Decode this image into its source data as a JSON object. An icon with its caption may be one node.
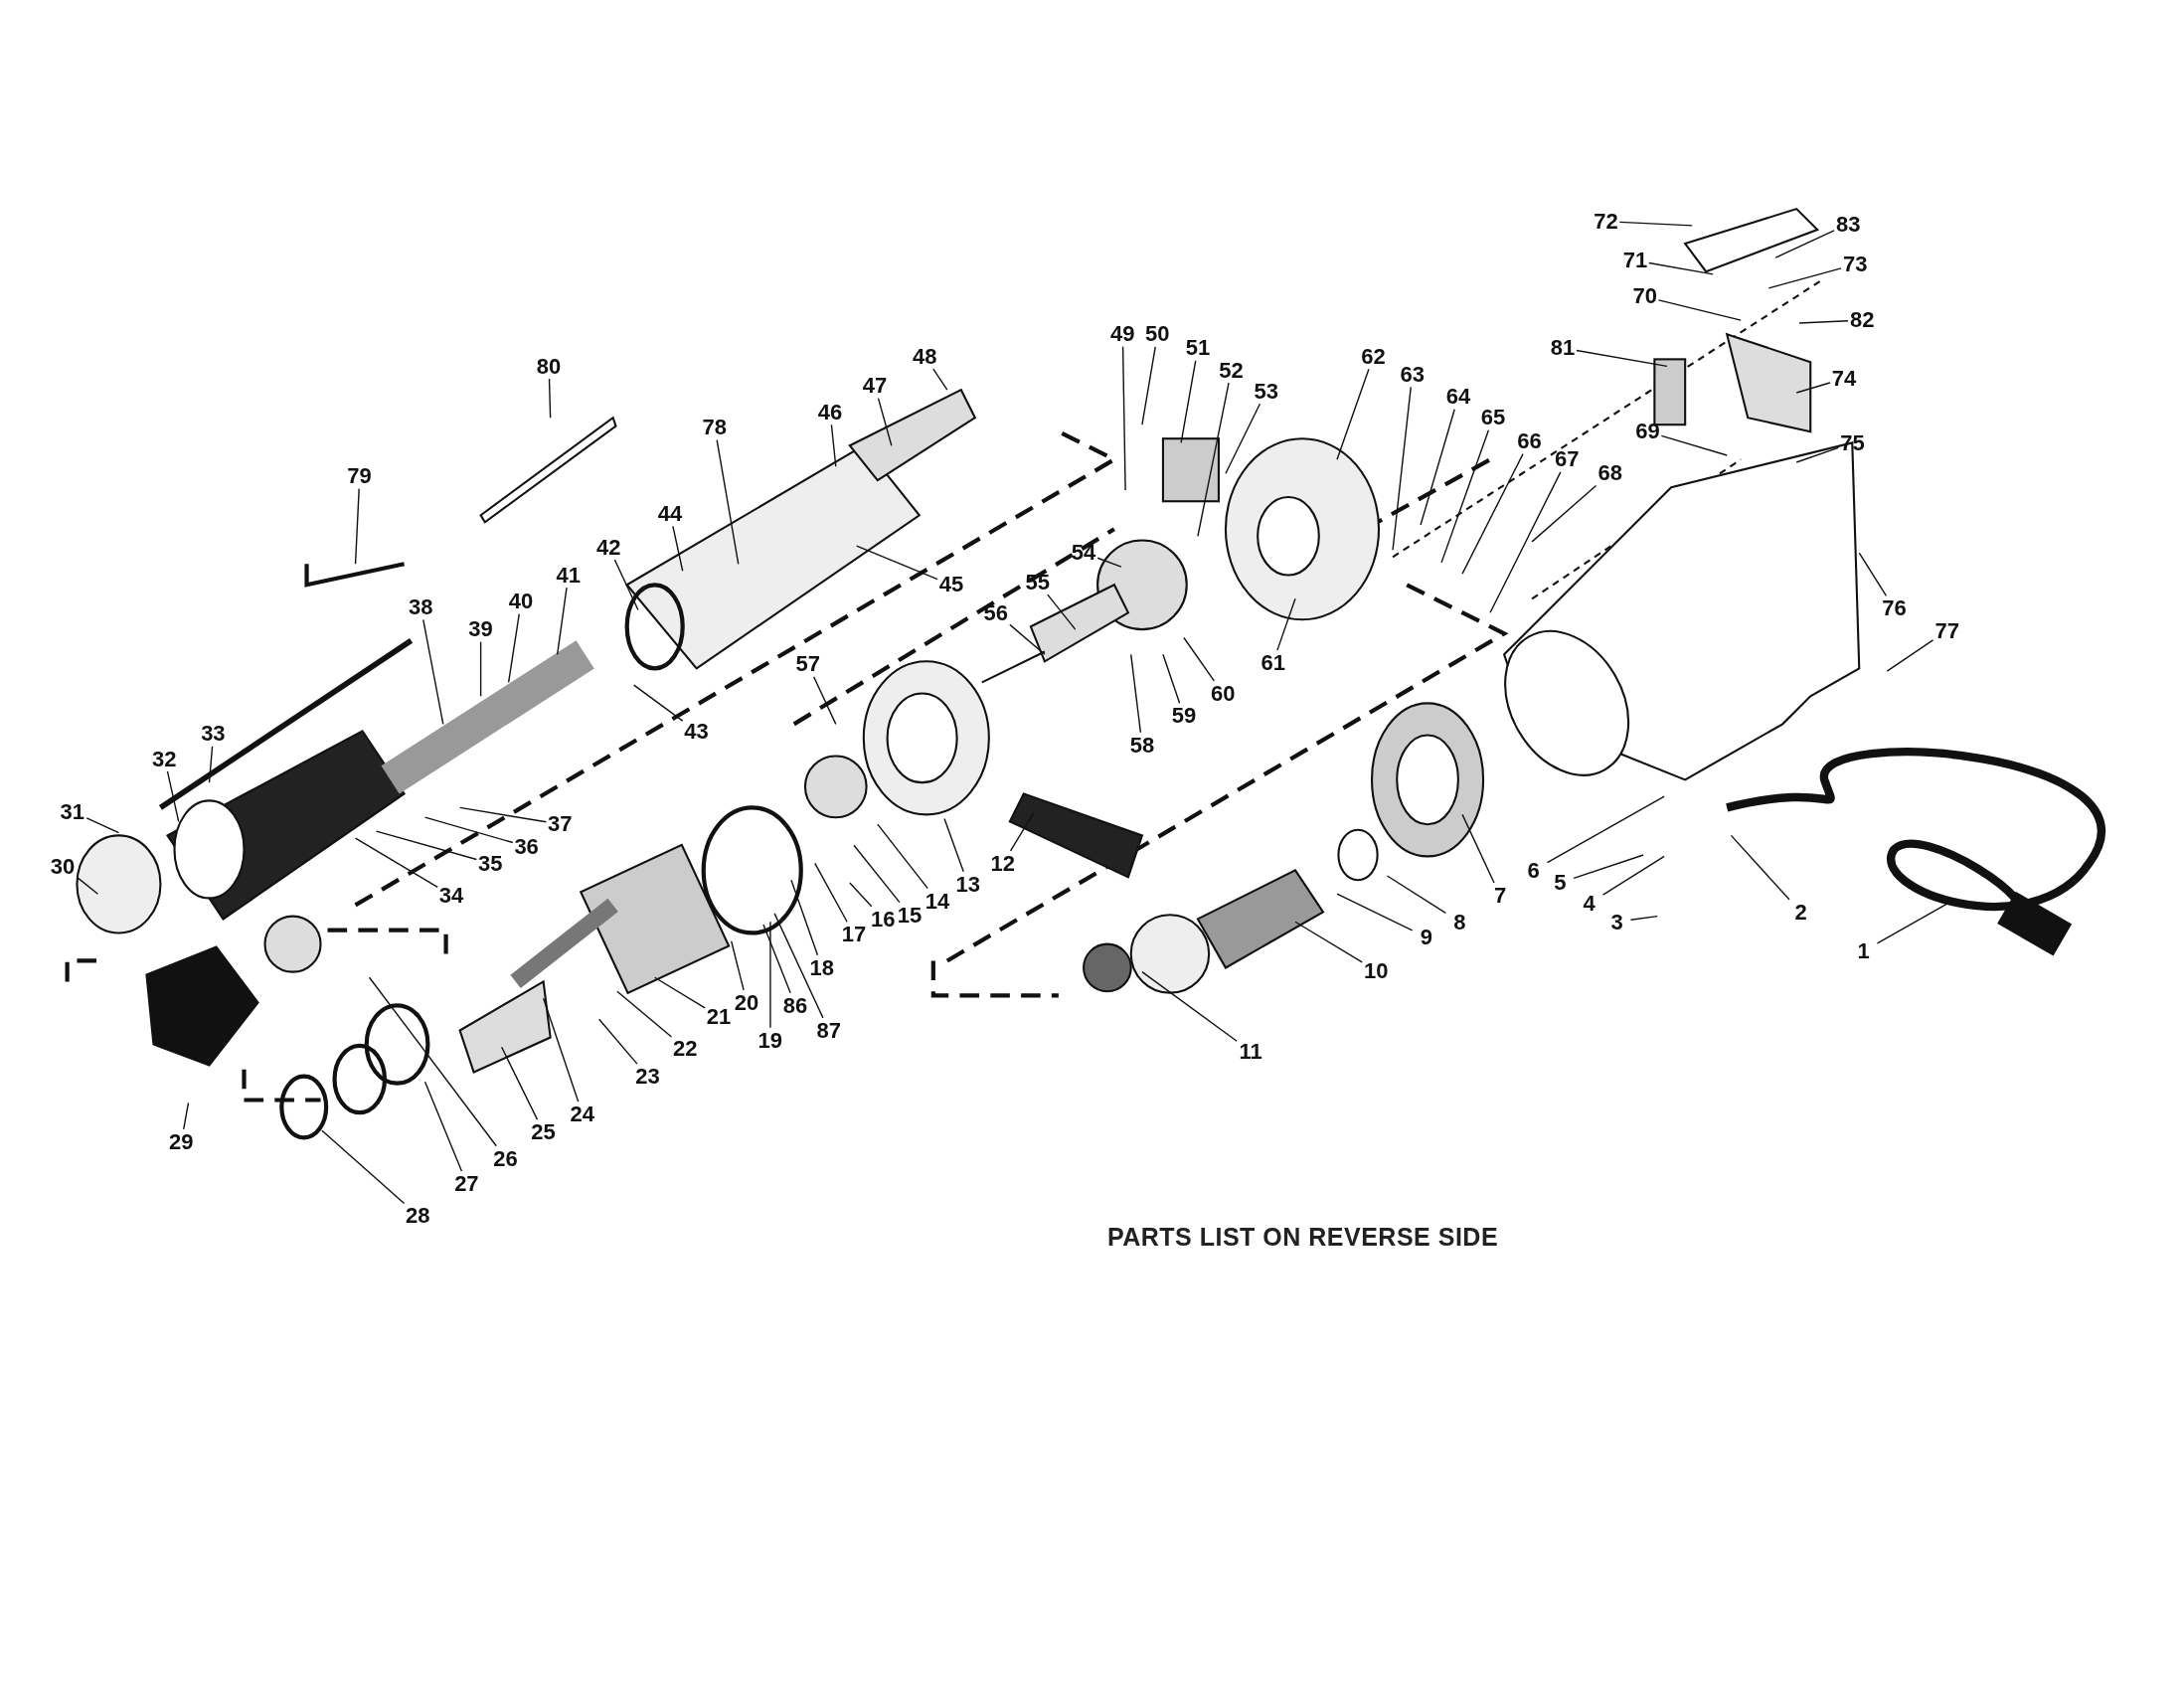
{
  "diagram": {
    "nodes": [
      {
        "text": [
          "1"
        ]
      },
      {
        "text": [
          "2"
        ]
      },
      {
        "text": [
          "3"
        ]
      },
      {
        "text": [
          "4"
        ]
      },
      {
        "text": [
          "5"
        ]
      },
      {
        "text": [
          "6"
        ]
      },
      {
        "text": [
          "7"
        ]
      },
      {
        "text": [
          "8"
        ]
      },
      {
        "text": [
          "9"
        ]
      },
      {
        "text": [
          "10"
        ]
      },
      {
        "text": [
          "11"
        ]
      },
      {
        "text": [
          "12"
        ]
      },
      {
        "text": [
          "13"
        ]
      },
      {
        "text": [
          "14"
        ]
      },
      {
        "text": [
          "15"
        ]
      },
      {
        "text": [
          "16"
        ]
      },
      {
        "text": [
          "17"
        ]
      },
      {
        "text": [
          "18"
        ]
      },
      {
        "text": [
          "19"
        ]
      },
      {
        "text": [
          "20"
        ]
      },
      {
        "text": [
          "21"
        ]
      },
      {
        "text": [
          "22"
        ]
      },
      {
        "text": [
          "23"
        ]
      },
      {
        "text": [
          "24"
        ]
      },
      {
        "text": [
          "25"
        ]
      },
      {
        "text": [
          "26"
        ]
      },
      {
        "text": [
          "27"
        ]
      },
      {
        "text": [
          "28"
        ]
      },
      {
        "text": [
          "29"
        ]
      },
      {
        "text": [
          "30"
        ]
      },
      {
        "text": [
          "31"
        ]
      },
      {
        "text": [
          "32"
        ]
      },
      {
        "text": [
          "33"
        ]
      },
      {
        "text": [
          "34"
        ]
      },
      {
        "text": [
          "35"
        ]
      },
      {
        "text": [
          "36"
        ]
      },
      {
        "text": [
          "37"
        ]
      },
      {
        "text": [
          "38"
        ]
      },
      {
        "text": [
          "39"
        ]
      },
      {
        "text": [
          "40"
        ]
      },
      {
        "text": [
          "41"
        ]
      },
      {
        "text": [
          "42"
        ]
      },
      {
        "text": [
          "43"
        ]
      },
      {
        "text": [
          "44"
        ]
      },
      {
        "text": [
          "45"
        ]
      },
      {
        "text": [
          "46"
        ]
      },
      {
        "text": [
          "47"
        ]
      },
      {
        "text": [
          "48"
        ]
      },
      {
        "text": [
          "49"
        ]
      },
      {
        "text": [
          "50"
        ]
      },
      {
        "text": [
          "51"
        ]
      },
      {
        "text": [
          "52"
        ]
      },
      {
        "text": [
          "53"
        ]
      },
      {
        "text": [
          "54"
        ]
      },
      {
        "text": [
          "55"
        ]
      },
      {
        "text": [
          "56"
        ]
      },
      {
        "text": [
          "57"
        ]
      },
      {
        "text": [
          "58"
        ]
      },
      {
        "text": [
          "59"
        ]
      },
      {
        "text": [
          "60"
        ]
      },
      {
        "text": [
          "61"
        ]
      },
      {
        "text": [
          "62"
        ]
      },
      {
        "text": [
          "63"
        ]
      },
      {
        "text": [
          "64"
        ]
      },
      {
        "text": [
          "65"
        ]
      },
      {
        "text": [
          "66"
        ]
      },
      {
        "text": [
          "67"
        ]
      },
      {
        "text": [
          "68"
        ]
      },
      {
        "text": [
          "69"
        ]
      },
      {
        "text": [
          "70"
        ]
      },
      {
        "text": [
          "71"
        ]
      },
      {
        "text": [
          "72"
        ]
      },
      {
        "text": [
          "73"
        ]
      },
      {
        "text": [
          "74"
        ]
      },
      {
        "text": [
          "75"
        ]
      },
      {
        "text": [
          "76"
        ]
      },
      {
        "text": [
          "77"
        ]
      },
      {
        "text": [
          "78"
        ]
      },
      {
        "text": [
          "79"
        ]
      },
      {
        "text": [
          "80"
        ]
      },
      {
        "text": [
          "81"
        ]
      },
      {
        "text": [
          "82"
        ]
      },
      {
        "text": [
          "83"
        ]
      },
      {
        "text": [
          "86"
        ]
      },
      {
        "text": [
          "87"
        ]
      }
    ],
    "edges": [
      {
        "from": 0,
        "to": null,
        "arrow": "none"
      },
      {
        "from": 1,
        "to": null,
        "arrow": "none"
      },
      {
        "from": 2,
        "to": null,
        "arrow": "none"
      },
      {
        "from": 3,
        "to": null,
        "arrow": "none"
      },
      {
        "from": 4,
        "to": null,
        "arrow": "none"
      },
      {
        "from": 5,
        "to": null,
        "arrow": "none"
      },
      {
        "from": 6,
        "to": null,
        "arrow": "none"
      },
      {
        "from": 7,
        "to": null,
        "arrow": "none"
      },
      {
        "from": 8,
        "to": null,
        "arrow": "none"
      },
      {
        "from": 9,
        "to": null,
        "arrow": "none"
      },
      {
        "from": 10,
        "to": null,
        "arrow": "none"
      },
      {
        "from": 11,
        "to": null,
        "arrow": "none"
      },
      {
        "from": 12,
        "to": null,
        "arrow": "none"
      },
      {
        "from": 13,
        "to": null,
        "arrow": "none"
      },
      {
        "from": 14,
        "to": null,
        "arrow": "none"
      },
      {
        "from": 15,
        "to": null,
        "arrow": "none"
      },
      {
        "from": 16,
        "to": null,
        "arrow": "none"
      },
      {
        "from": 17,
        "to": null,
        "arrow": "none"
      },
      {
        "from": 18,
        "to": null,
        "arrow": "none"
      },
      {
        "from": 19,
        "to": null,
        "arrow": "none"
      },
      {
        "from": 20,
        "to": null,
        "arrow": "none"
      },
      {
        "from": 21,
        "to": null,
        "arrow": "none"
      },
      {
        "from": 22,
        "to": null,
        "arrow": "none"
      },
      {
        "from": 23,
        "to": null,
        "arrow": "none"
      },
      {
        "from": 24,
        "to": null,
        "arrow": "none"
      },
      {
        "from": 25,
        "to": null,
        "arrow": "none"
      },
      {
        "from": 26,
        "to": null,
        "arrow": "none"
      },
      {
        "from": 27,
        "to": null,
        "arrow": "none"
      },
      {
        "from": 28,
        "to": null,
        "arrow": "none"
      },
      {
        "from": 29,
        "to": null,
        "arrow": "none"
      },
      {
        "from": 30,
        "to": null,
        "arrow": "none"
      },
      {
        "from": 31,
        "to": null,
        "arrow": "none"
      },
      {
        "from": 32,
        "to": null,
        "arrow": "none"
      },
      {
        "from": 33,
        "to": null,
        "arrow": "none"
      },
      {
        "from": 34,
        "to": null,
        "arrow": "none"
      },
      {
        "from": 35,
        "to": null,
        "arrow": "none"
      },
      {
        "from": 36,
        "to": null,
        "arrow": "none"
      },
      {
        "from": 37,
        "to": null,
        "arrow": "none"
      },
      {
        "from": 38,
        "to": null,
        "arrow": "none"
      },
      {
        "from": 39,
        "to": null,
        "arrow": "none"
      },
      {
        "from": 40,
        "to": null,
        "arrow": "none"
      },
      {
        "from": 41,
        "to": null,
        "arrow": "none"
      },
      {
        "from": 42,
        "to": null,
        "arrow": "none"
      },
      {
        "from": 43,
        "to": null,
        "arrow": "none"
      },
      {
        "from": 44,
        "to": null,
        "arrow": "none"
      },
      {
        "from": 45,
        "to": null,
        "arrow": "none"
      },
      {
        "from": 46,
        "to": null,
        "arrow": "none"
      },
      {
        "from": 47,
        "to": null,
        "arrow": "none"
      },
      {
        "from": 48,
        "to": null,
        "arrow": "none"
      },
      {
        "from": 49,
        "to": null,
        "arrow": "none"
      },
      {
        "from": 50,
        "to": null,
        "arrow": "none"
      },
      {
        "from": 51,
        "to": null,
        "arrow": "none"
      },
      {
        "from": 52,
        "to": null,
        "arrow": "none"
      },
      {
        "from": 53,
        "to": null,
        "arrow": "none"
      },
      {
        "from": 54,
        "to": null,
        "arrow": "none"
      },
      {
        "from": 55,
        "to": null,
        "arrow": "none"
      },
      {
        "from": 56,
        "to": null,
        "arrow": "none"
      },
      {
        "from": 57,
        "to": null,
        "arrow": "none"
      },
      {
        "from": 58,
        "to": null,
        "arrow": "none"
      },
      {
        "from": 59,
        "to": null,
        "arrow": "none"
      },
      {
        "from": 60,
        "to": null,
        "arrow": "none"
      },
      {
        "from": 61,
        "to": null,
        "arrow": "none"
      },
      {
        "from": 62,
        "to": null,
        "arrow": "none"
      },
      {
        "from": 63,
        "to": null,
        "arrow": "none"
      },
      {
        "from": 64,
        "to": null,
        "arrow": "none"
      },
      {
        "from": 65,
        "to": null,
        "arrow": "none"
      },
      {
        "from": 66,
        "to": null,
        "arrow": "none"
      },
      {
        "from": 67,
        "to": null,
        "arrow": "none"
      },
      {
        "from": 68,
        "to": null,
        "arrow": "none"
      },
      {
        "from": 69,
        "to": null,
        "arrow": "none"
      },
      {
        "from": 70,
        "to": null,
        "arrow": "none"
      },
      {
        "from": 71,
        "to": null,
        "arrow": "none"
      },
      {
        "from": 72,
        "to": null,
        "arrow": "none"
      },
      {
        "from": 73,
        "to": null,
        "arrow": "none"
      },
      {
        "from": 74,
        "to": null,
        "arrow": "none"
      },
      {
        "from": 75,
        "to": null,
        "arrow": "none"
      },
      {
        "from": 76,
        "to": null,
        "arrow": "none"
      },
      {
        "from": 77,
        "to": null,
        "arrow": "none"
      },
      {
        "from": 78,
        "to": null,
        "arrow": "none"
      },
      {
        "from": 79,
        "to": null,
        "arrow": "none"
      },
      {
        "from": 80,
        "to": null,
        "arrow": "none"
      },
      {
        "from": 81,
        "to": null,
        "arrow": "none"
      },
      {
        "from": 82,
        "to": null,
        "arrow": "none"
      },
      {
        "from": 83,
        "to": null,
        "arrow": "none"
      },
      {
        "from": 84,
        "to": null,
        "arrow": "none"
      }
    ],
    "labels": [
      "PARTS LIST ON REVERSE SIDE"
    ]
  }
}
